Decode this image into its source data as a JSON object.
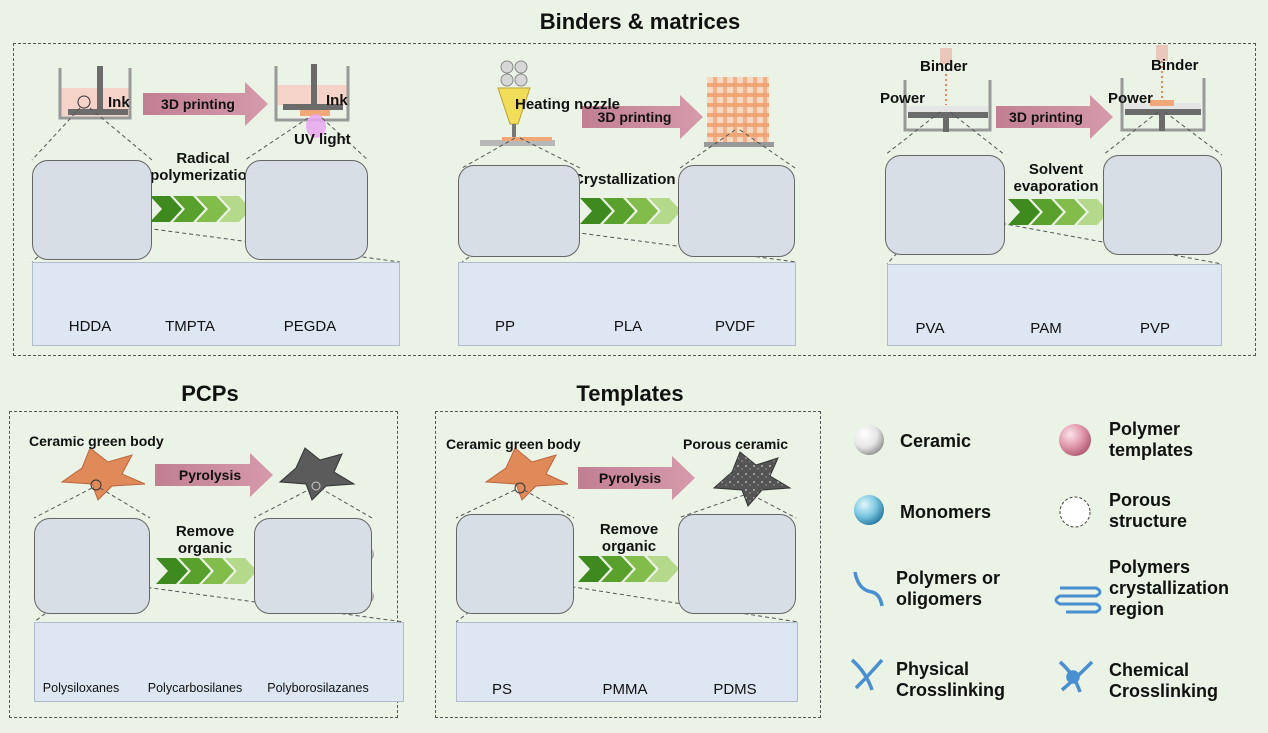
{
  "sections": {
    "binders": {
      "title": "Binders & matrices",
      "col1": {
        "ink_before": "Ink",
        "ink_after": "Ink",
        "arrow": "3D printing",
        "uv": "UV light",
        "process": "Radical polymerization",
        "chems": [
          "HDDA",
          "TMPTA",
          "PEGDA"
        ]
      },
      "col2": {
        "nozzle": "Heating nozzle",
        "arrow": "3D printing",
        "process": "Crystallization",
        "chems": [
          "PP",
          "PLA",
          "PVDF"
        ]
      },
      "col3": {
        "binder_before": "Binder",
        "binder_after": "Binder",
        "power_before": "Power",
        "power_after": "Power",
        "arrow": "3D printing",
        "process": "Solvent evaporation",
        "chems": [
          "PVA",
          "PAM",
          "PVP"
        ]
      }
    },
    "pcps": {
      "title": "PCPs",
      "green_body": "Ceramic green body",
      "arrow": "Pyrolysis",
      "process": "Remove organic",
      "chems": [
        "Polysiloxanes",
        "Polycarbosilanes",
        "Polyborosilazanes"
      ]
    },
    "templates": {
      "title": "Templates",
      "green_body": "Ceramic green body",
      "porous": "Porous ceramic",
      "arrow": "Pyrolysis",
      "process": "Remove organic",
      "chems": [
        "PS",
        "PMMA",
        "PDMS"
      ]
    }
  },
  "legend": [
    {
      "label": "Ceramic",
      "icon": "ceramic-sphere-icon"
    },
    {
      "label": "Polymer templates",
      "icon": "polymer-template-sphere-icon"
    },
    {
      "label": "Monomers",
      "icon": "monomer-sphere-icon"
    },
    {
      "label": "Porous structure",
      "icon": "porous-circle-icon"
    },
    {
      "label": "Polymers or oligomers",
      "icon": "polymer-chain-icon"
    },
    {
      "label": "Polymers crystallization region",
      "icon": "crystallization-coil-icon"
    },
    {
      "label": "Physical Crosslinking",
      "icon": "physical-crosslink-icon"
    },
    {
      "label": "Chemical Crosslinking",
      "icon": "chemical-crosslink-icon"
    }
  ],
  "colors": {
    "background": "#eaf3e6",
    "polymer_blue": "#4a8fd0",
    "arrow_pink": "#c98a9c",
    "ink_pink": "#f6d3c8",
    "green_chevron": "#5aa02c",
    "green_body": "#e08a5a",
    "template_pink": "#d98a9f"
  }
}
